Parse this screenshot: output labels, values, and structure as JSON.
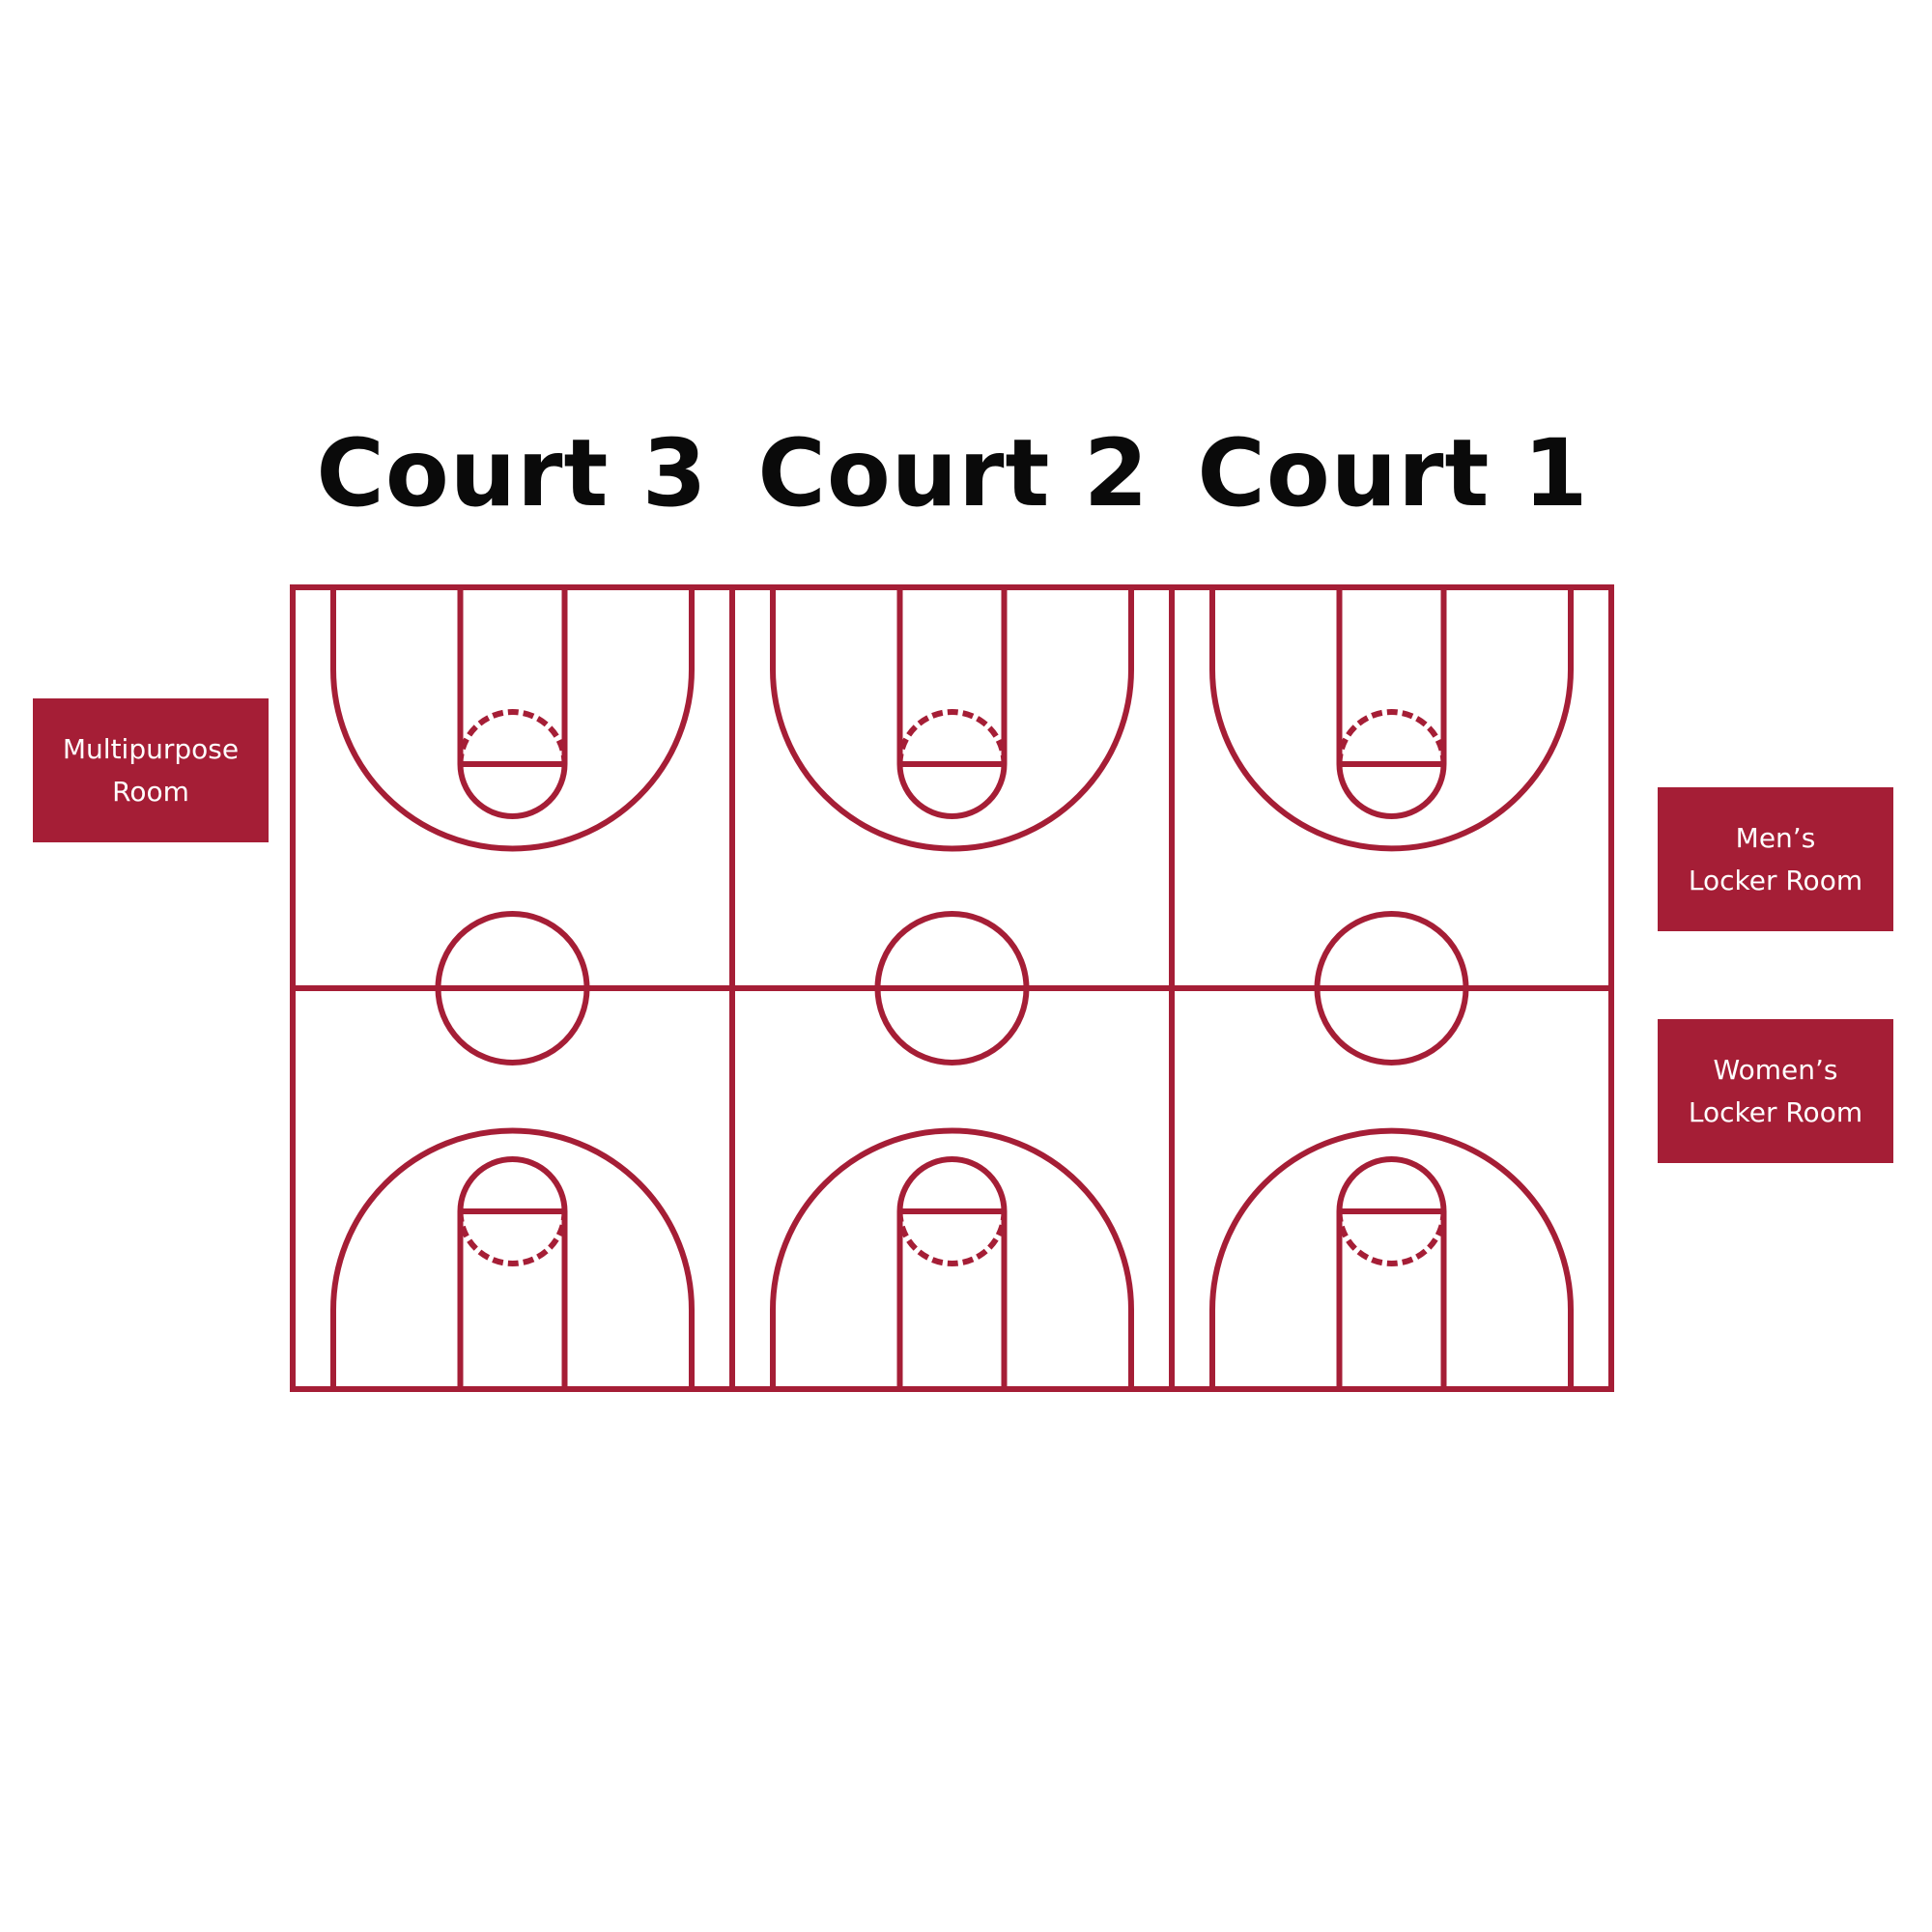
{
  "courts": [
    {
      "label": "Court 3"
    },
    {
      "label": "Court 2"
    },
    {
      "label": "Court 1"
    }
  ],
  "rooms": {
    "multipurpose": {
      "line1": "Multipurpose",
      "line2": "Room"
    },
    "mens": {
      "line1": "Men’s",
      "line2": "Locker Room"
    },
    "womens": {
      "line1": "Women’s",
      "line2": "Locker Room"
    }
  },
  "colors": {
    "court_line": "#a51e36",
    "room_fill": "#a51e36",
    "room_text": "#ffffff",
    "label_text": "#0a0a0a",
    "background": "#ffffff"
  }
}
